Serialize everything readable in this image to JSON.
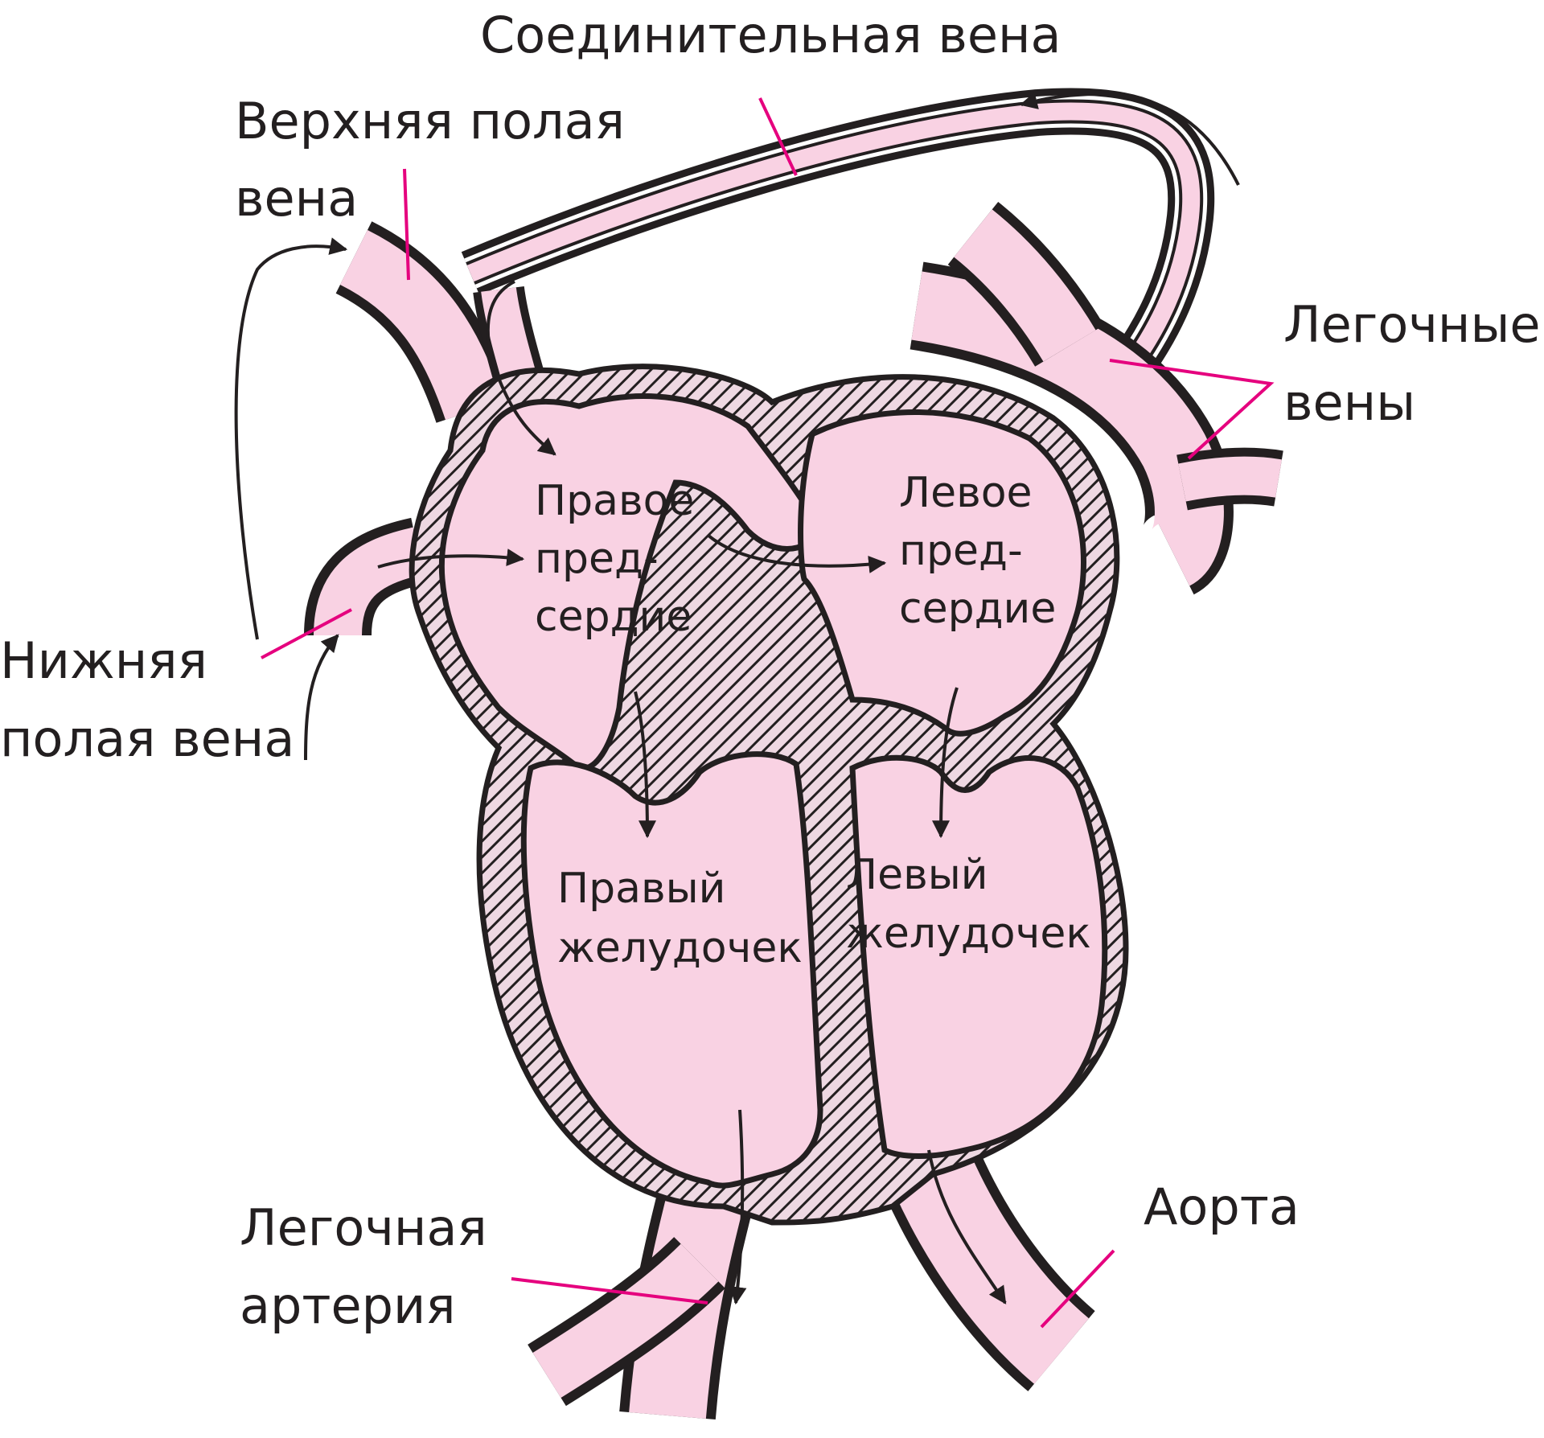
{
  "colors": {
    "blood": "#f9d2e3",
    "outline": "#231f20",
    "hatch_bg": "#eed8e2",
    "leader": "#e5007e",
    "background": "#ffffff"
  },
  "labels": {
    "connecting_vein": "Соединительная вена",
    "superior_vena_cava": [
      "Верхняя полая",
      "вена"
    ],
    "pulmonary_veins": [
      "Легочные",
      "вены"
    ],
    "inferior_vena_cava": [
      "Нижняя",
      "полая вена"
    ],
    "pulmonary_artery": [
      "Легочная",
      "артерия"
    ],
    "aorta": "Аорта",
    "right_atrium": [
      "Правое",
      "пред-",
      "сердие"
    ],
    "left_atrium": [
      "Левое",
      "пред-",
      "сердие"
    ],
    "right_ventricle": [
      "Правый",
      "желудочек"
    ],
    "left_ventricle": [
      "Левый",
      "желудочек"
    ]
  }
}
